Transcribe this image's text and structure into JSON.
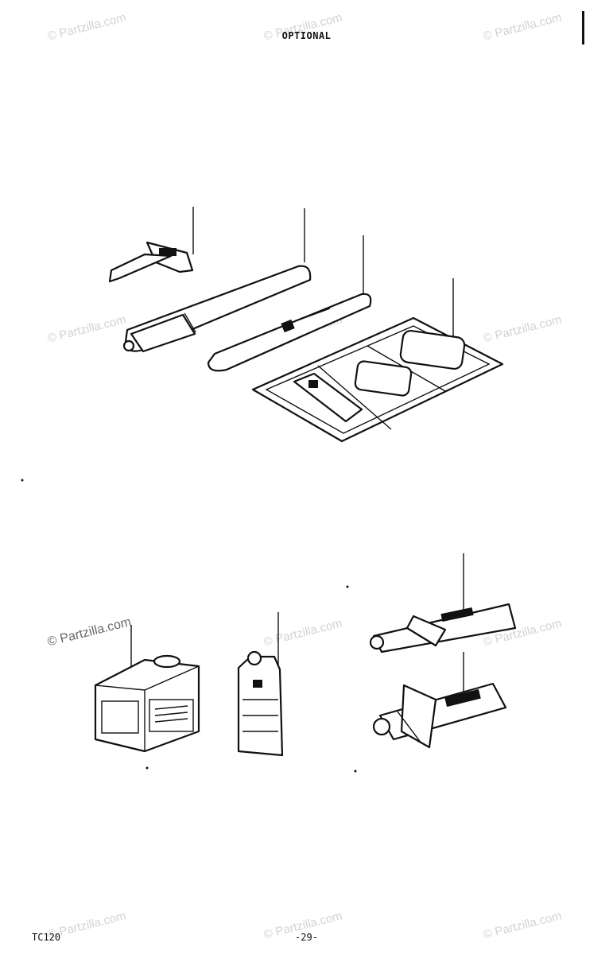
{
  "header": {
    "title": "OPTIONAL"
  },
  "footer": {
    "model": "TC120",
    "page_number": "-29-"
  },
  "watermark": {
    "text": "© Partzilla.com"
  },
  "colors": {
    "ink": "#111111",
    "paper": "#ffffff"
  }
}
